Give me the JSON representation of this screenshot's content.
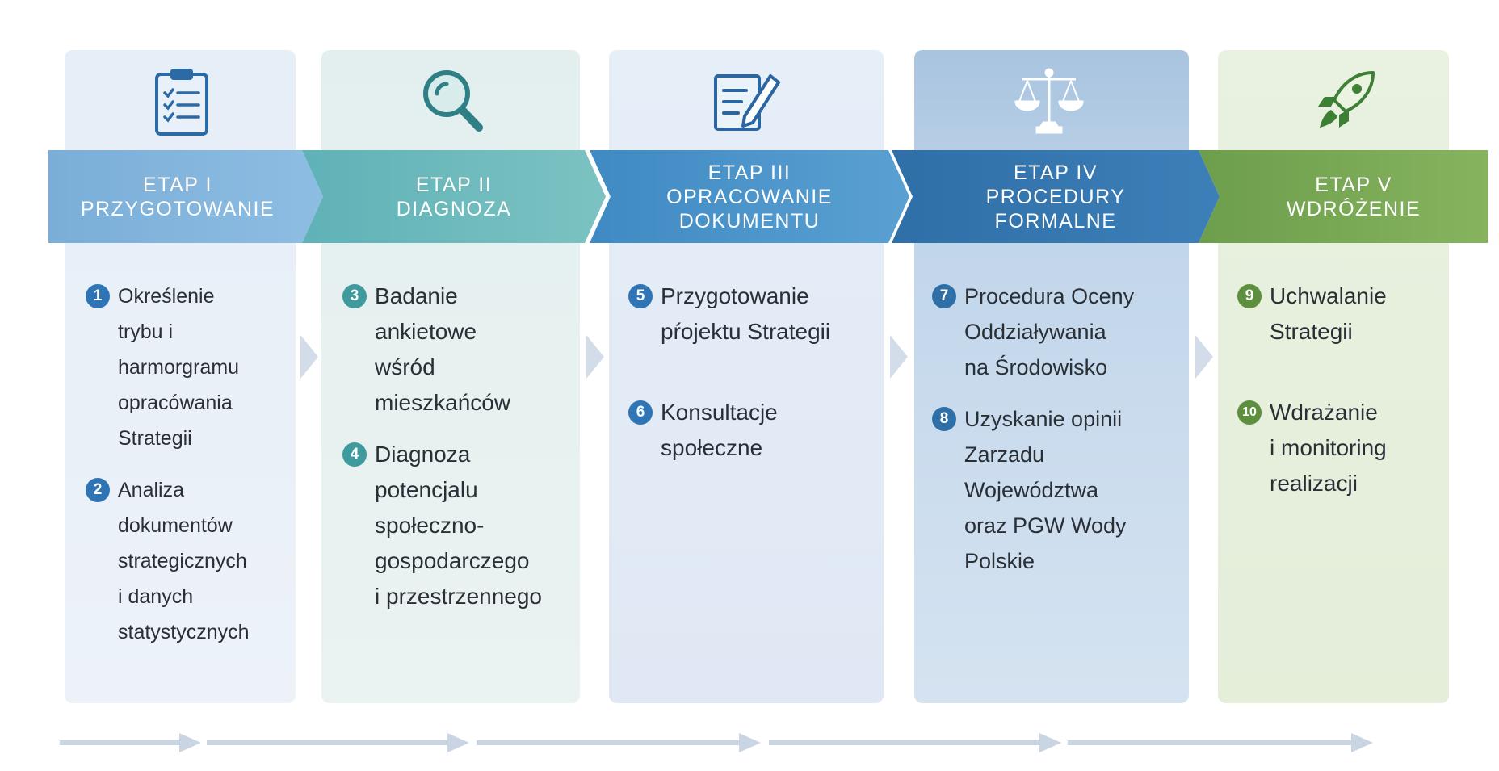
{
  "stages": [
    {
      "line1": "ETAP I",
      "line2": "PRZYGOTOWANIE",
      "line3": "",
      "icon": "clipboard-checklist-icon",
      "items": [
        {
          "num": "1",
          "text": "Określenie\ntrybu i\nharmorgramu\nopracówania\nStrategii"
        },
        {
          "num": "2",
          "text": "Analiza\ndokumentów\nstrategicznych\ni danych\nstatystycznych"
        }
      ]
    },
    {
      "line1": "ETAP II",
      "line2": "DIAGNOZA",
      "line3": "",
      "icon": "magnifying-glass-icon",
      "items": [
        {
          "num": "3",
          "text": "Badanie\nankietowe\nwśród\nmieszkańców"
        },
        {
          "num": "4",
          "text": "Diagnoza\npotencjalu\nspołeczno-\ngospodarczego\ni przestrzennego"
        }
      ]
    },
    {
      "line1": "ETAP III",
      "line2": "OPRACOWANIE",
      "line3": "DOKUMENTU",
      "icon": "document-edit-icon",
      "items": [
        {
          "num": "5",
          "text": "Przygotowanie\npŕojektu Strategii"
        },
        {
          "num": "6",
          "text": "Konsultacje\nspołeczne"
        }
      ]
    },
    {
      "line1": "ETAP IV",
      "line2": "PROCEDURY",
      "line3": "FORMALNE",
      "icon": "scales-of-justice-icon",
      "items": [
        {
          "num": "7",
          "text": "Procedura Oceny\nOddziaływania\nna Środowisko"
        },
        {
          "num": "8",
          "text": "Uzyskanie opinii\nZarzadu\nWojewództwa\noraz PGW Wody\nPolskie"
        }
      ]
    },
    {
      "line1": "ETAP V",
      "line2": "WDRÓŻENIE",
      "line3": "",
      "icon": "rocket-icon",
      "items": [
        {
          "num": "9",
          "text": "Uchwalanie\nStrategii"
        },
        {
          "num": "10",
          "text": "Wdrażanie\ni monitoring\nrealizacji"
        }
      ]
    }
  ],
  "colors": {
    "stage1": "#7aaed8",
    "stage2": "#5fb2b7",
    "stage3": "#3f8ac3",
    "stage4": "#2f6fa8",
    "stage5": "#6d9e4c"
  }
}
